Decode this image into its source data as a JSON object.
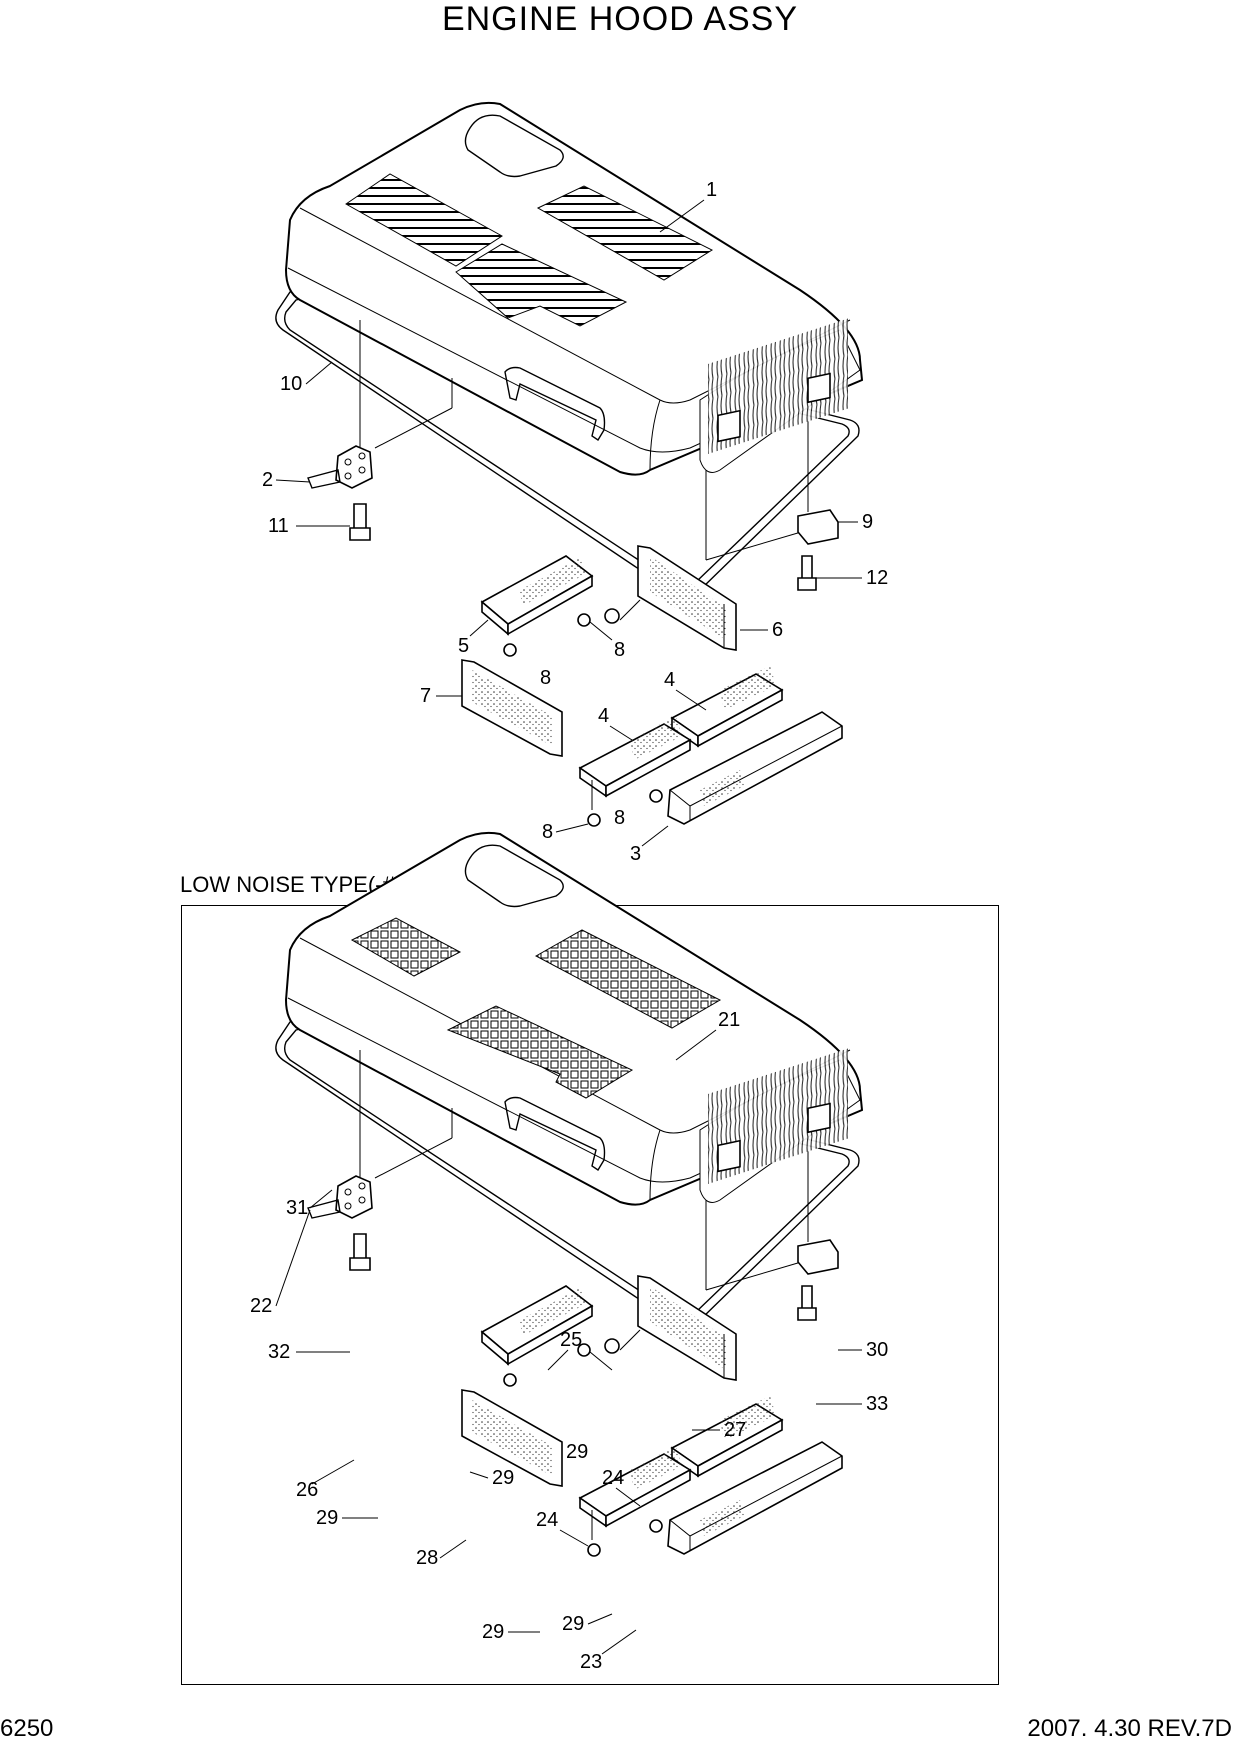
{
  "title": "ENGINE HOOD ASSY",
  "section_label": "LOW NOISE TYPE(-#0004)",
  "footer": {
    "page_number": "6250",
    "revision": "2007. 4.30  REV.7D"
  },
  "callouts_top": [
    "1",
    "10",
    "2",
    "11",
    "9",
    "12",
    "5",
    "8",
    "6",
    "8",
    "7",
    "4",
    "4",
    "8",
    "8",
    "3"
  ],
  "callouts_bottom": [
    "21",
    "31",
    "22",
    "32",
    "30",
    "33",
    "25",
    "27",
    "29",
    "26",
    "29",
    "29",
    "24",
    "24",
    "28",
    "29",
    "29",
    "23"
  ]
}
